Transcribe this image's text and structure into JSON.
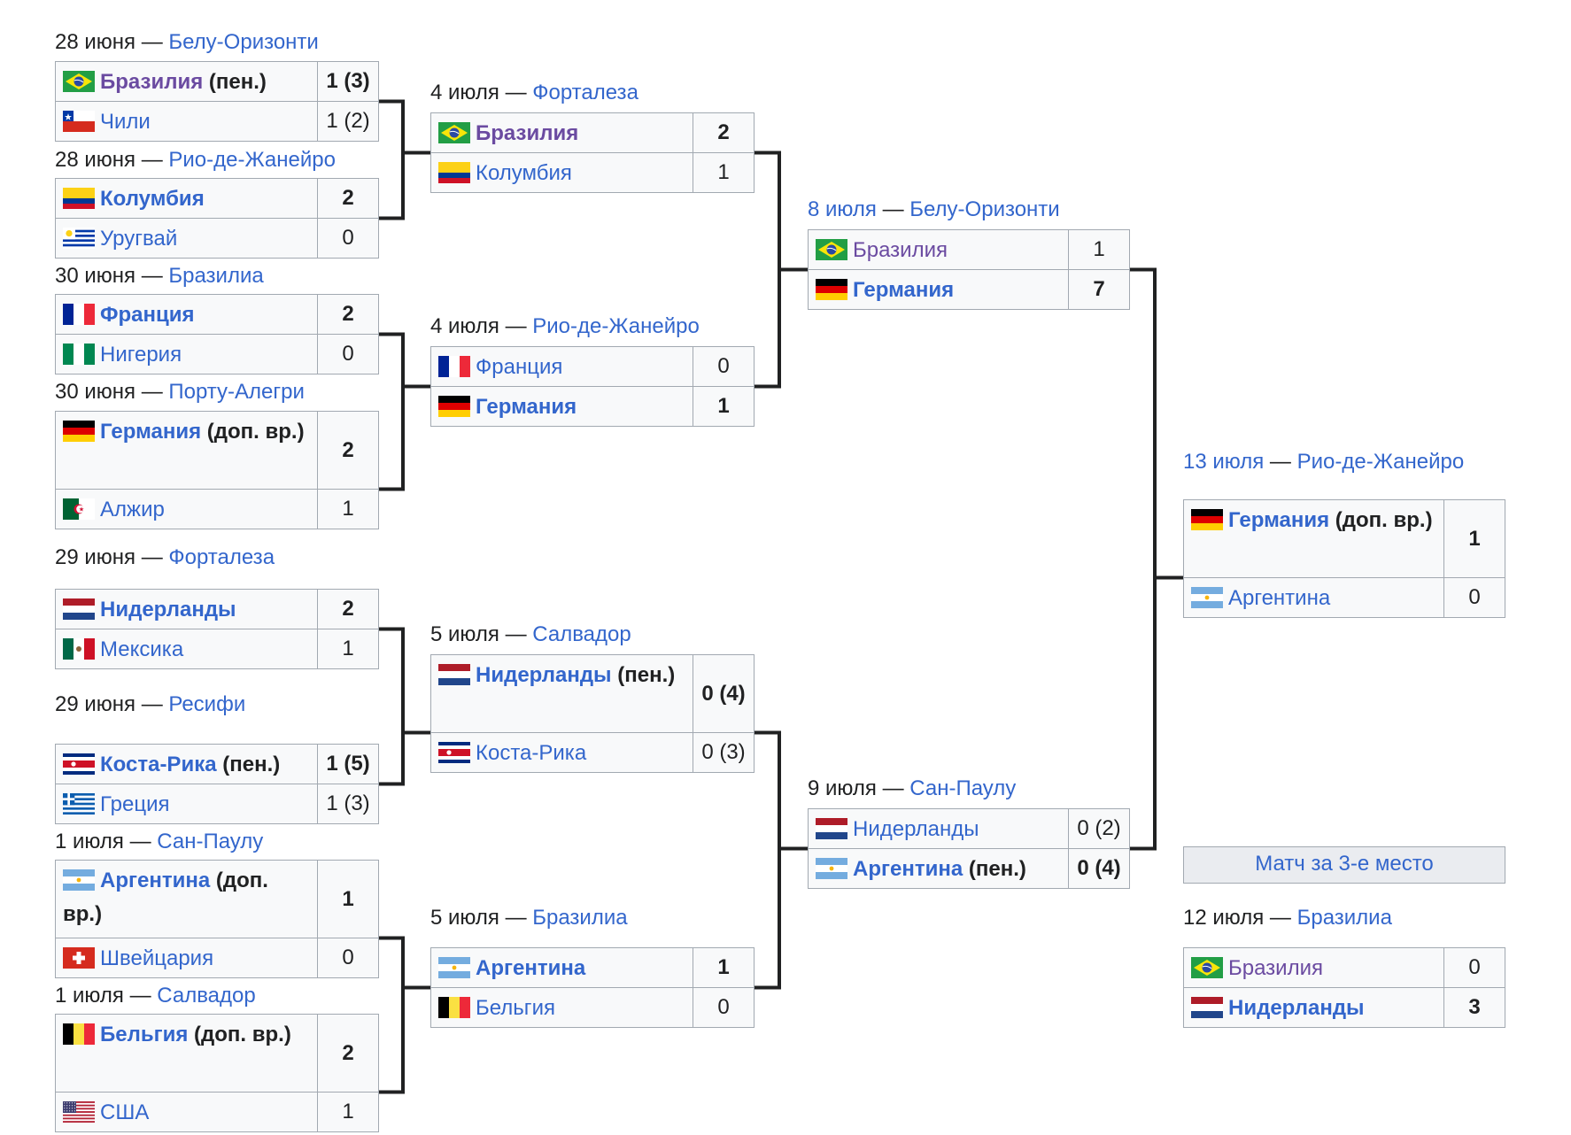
{
  "matches": [
    {
      "id": "r16-1",
      "date": "28 июня",
      "venue": "Белу-Оризонти",
      "teams": [
        {
          "name": "Бразилия",
          "note": "(пен.)",
          "flag": "brazil",
          "score": "1 (3)",
          "winner": true,
          "visited": true
        },
        {
          "name": "Чили",
          "note": "",
          "flag": "chile",
          "score": "1 (2)",
          "winner": false
        }
      ]
    },
    {
      "id": "r16-2",
      "date": "28 июня",
      "venue": "Рио-де-Жанейро",
      "teams": [
        {
          "name": "Колумбия",
          "note": "",
          "flag": "colombia",
          "score": "2",
          "winner": true
        },
        {
          "name": "Уругвай",
          "note": "",
          "flag": "uruguay",
          "score": "0",
          "winner": false
        }
      ]
    },
    {
      "id": "r16-3",
      "date": "30 июня",
      "venue": "Бразилиа",
      "teams": [
        {
          "name": "Франция",
          "note": "",
          "flag": "france",
          "score": "2",
          "winner": true
        },
        {
          "name": "Нигерия",
          "note": "",
          "flag": "nigeria",
          "score": "0",
          "winner": false
        }
      ]
    },
    {
      "id": "r16-4",
      "date": "30 июня",
      "venue": "Порту-Алегри",
      "teams": [
        {
          "name": "Германия",
          "note": "(доп. вр.)",
          "flag": "germany",
          "score": "2",
          "winner": true
        },
        {
          "name": "Алжир",
          "note": "",
          "flag": "algeria",
          "score": "1",
          "winner": false
        }
      ]
    },
    {
      "id": "r16-5",
      "date": "29 июня",
      "venue": "Форталеза",
      "teams": [
        {
          "name": "Нидерланды",
          "note": "",
          "flag": "netherlands",
          "score": "2",
          "winner": true
        },
        {
          "name": "Мексика",
          "note": "",
          "flag": "mexico",
          "score": "1",
          "winner": false
        }
      ]
    },
    {
      "id": "r16-6",
      "date": "29 июня",
      "venue": "Ресифи",
      "teams": [
        {
          "name": "Коста-Рика",
          "note": "(пен.)",
          "flag": "costarica",
          "score": "1 (5)",
          "winner": true
        },
        {
          "name": "Греция",
          "note": "",
          "flag": "greece",
          "score": "1 (3)",
          "winner": false
        }
      ]
    },
    {
      "id": "r16-7",
      "date": "1 июля",
      "venue": "Сан-Паулу",
      "teams": [
        {
          "name": "Аргентина",
          "note": "(доп. вр.)",
          "flag": "argentina",
          "score": "1",
          "winner": true
        },
        {
          "name": "Швейцария",
          "note": "",
          "flag": "switzerland",
          "score": "0",
          "winner": false
        }
      ]
    },
    {
      "id": "r16-8",
      "date": "1 июля",
      "venue": "Салвадор",
      "teams": [
        {
          "name": "Бельгия",
          "note": "(доп. вр.)",
          "flag": "belgium",
          "score": "2",
          "winner": true
        },
        {
          "name": "США",
          "note": "",
          "flag": "usa",
          "score": "1",
          "winner": false
        }
      ]
    },
    {
      "id": "qf-1",
      "date": "4 июля",
      "venue": "Форталеза",
      "teams": [
        {
          "name": "Бразилия",
          "note": "",
          "flag": "brazil",
          "score": "2",
          "winner": true,
          "visited": true
        },
        {
          "name": "Колумбия",
          "note": "",
          "flag": "colombia",
          "score": "1",
          "winner": false
        }
      ]
    },
    {
      "id": "qf-2",
      "date": "4 июля",
      "venue": "Рио-де-Жанейро",
      "teams": [
        {
          "name": "Франция",
          "note": "",
          "flag": "france",
          "score": "0",
          "winner": false
        },
        {
          "name": "Германия",
          "note": "",
          "flag": "germany",
          "score": "1",
          "winner": true
        }
      ]
    },
    {
      "id": "qf-3",
      "date": "5 июля",
      "venue": "Салвадор",
      "teams": [
        {
          "name": "Нидерланды",
          "note": "(пен.)",
          "flag": "netherlands",
          "score": "0 (4)",
          "winner": true
        },
        {
          "name": "Коста-Рика",
          "note": "",
          "flag": "costarica",
          "score": "0 (3)",
          "winner": false
        }
      ]
    },
    {
      "id": "qf-4",
      "date": "5 июля",
      "venue": "Бразилиа",
      "teams": [
        {
          "name": "Аргентина",
          "note": "",
          "flag": "argentina",
          "score": "1",
          "winner": true
        },
        {
          "name": "Бельгия",
          "note": "",
          "flag": "belgium",
          "score": "0",
          "winner": false
        }
      ]
    },
    {
      "id": "sf-1",
      "date": "8 июля",
      "venue": "Белу-Оризонти",
      "date_link": true,
      "teams": [
        {
          "name": "Бразилия",
          "note": "",
          "flag": "brazil",
          "score": "1",
          "winner": false,
          "visited": true
        },
        {
          "name": "Германия",
          "note": "",
          "flag": "germany",
          "score": "7",
          "winner": true
        }
      ]
    },
    {
      "id": "sf-2",
      "date": "9 июля",
      "venue": "Сан-Паулу",
      "teams": [
        {
          "name": "Нидерланды",
          "note": "",
          "flag": "netherlands",
          "score": "0 (2)",
          "winner": false
        },
        {
          "name": "Аргентина",
          "note": "(пен.)",
          "flag": "argentina",
          "score": "0 (4)",
          "winner": true
        }
      ]
    },
    {
      "id": "final",
      "date": "13 июля",
      "venue": "Рио-де-Жанейро",
      "date_link": true,
      "teams": [
        {
          "name": "Германия",
          "note": "(доп. вр.)",
          "flag": "germany",
          "score": "1",
          "winner": true
        },
        {
          "name": "Аргентина",
          "note": "",
          "flag": "argentina",
          "score": "0",
          "winner": false
        }
      ]
    },
    {
      "id": "third",
      "date": "12 июля",
      "venue": "Бразилиа",
      "teams": [
        {
          "name": "Бразилия",
          "note": "",
          "flag": "brazil",
          "score": "0",
          "winner": false,
          "visited": true
        },
        {
          "name": "Нидерланды",
          "note": "",
          "flag": "netherlands",
          "score": "3",
          "winner": true
        }
      ]
    }
  ],
  "third_place_title": "Матч за 3-е место",
  "colors": {
    "link": "#3366cc",
    "visited": "#6b4ba1",
    "border": "#a2a9b1",
    "cell": "#f8f9fa",
    "line": "#202122"
  }
}
